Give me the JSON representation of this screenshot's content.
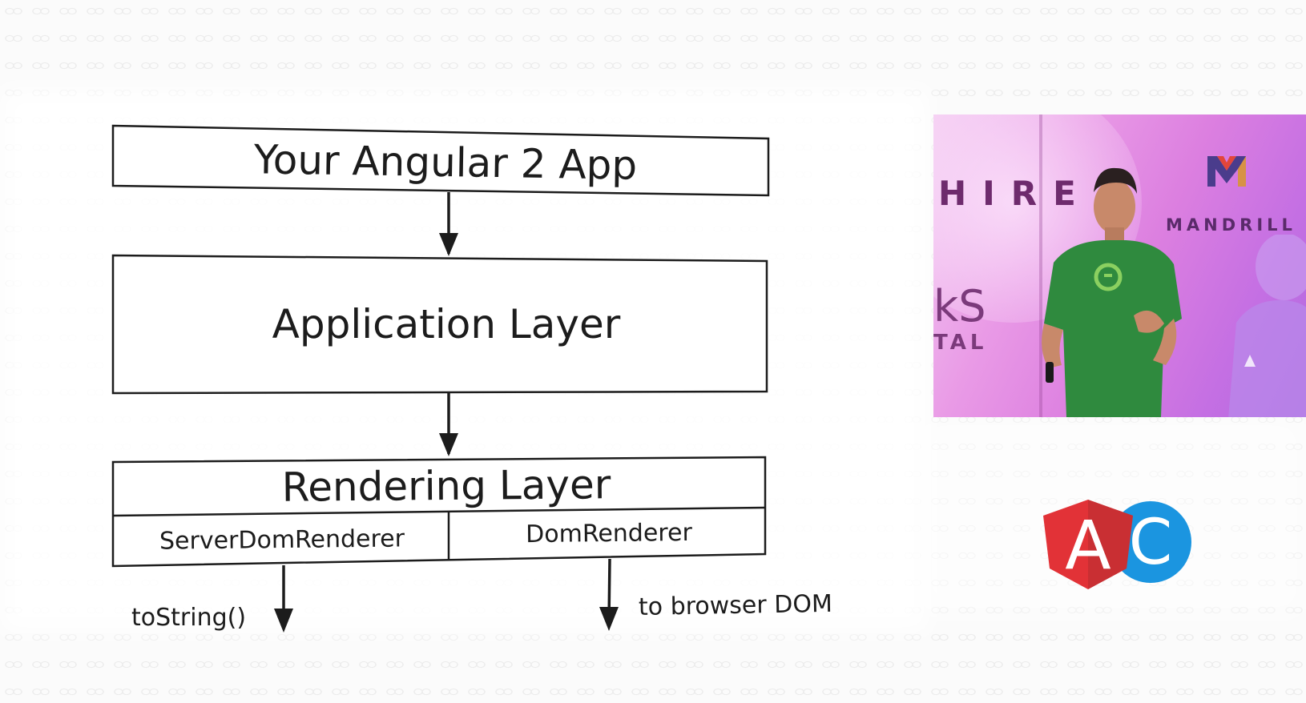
{
  "diagram": {
    "app_box_label": "Your Angular 2 App",
    "application_layer_label": "Application Layer",
    "rendering_layer_label": "Rendering Layer",
    "server_renderer_label": "ServerDomRenderer",
    "dom_renderer_label": "DomRenderer",
    "server_output_label": "toString()",
    "browser_output_label": "to browser DOM"
  },
  "video": {
    "sponsor_left_word": "HIRE",
    "sponsor_left_fragment_1": "kS",
    "sponsor_left_fragment_2": "TAL",
    "sponsor_right_name": "MANDRILL",
    "sponsor_right_logo_letter": "M"
  },
  "conference_logo": {
    "left_letter": "A",
    "right_letter": "C",
    "left_color": "#e23237",
    "right_color": "#1b95e0"
  },
  "colors": {
    "ink": "#1c1c1c",
    "background": "#fbfbfb",
    "shirt": "#2f8a3e"
  }
}
